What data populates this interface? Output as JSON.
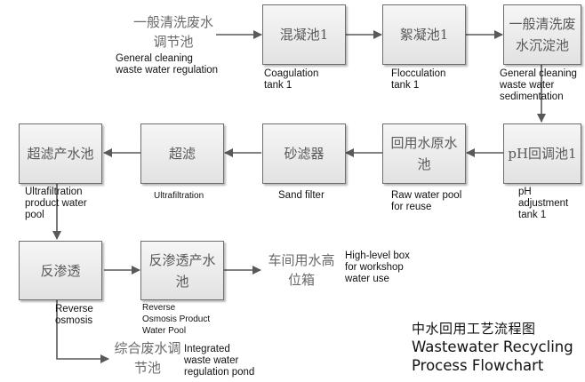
{
  "diagram": {
    "type": "process-flowchart",
    "nodes": {
      "general_regulation": {
        "zh": "一般清洗废水调节池",
        "en": "General cleaning\nwaste water regulation"
      },
      "coagulation": {
        "zh": "混凝池1",
        "en": "Coagulation\ntank 1"
      },
      "flocculation": {
        "zh": "絮凝池1",
        "en": "Flocculation\ntank 1"
      },
      "sedimentation": {
        "zh": "一般清洗废水沉淀池",
        "en": "General cleaning\nwaste water\nsedimentation"
      },
      "ph_adjust": {
        "zh": "pH回调池1",
        "en": "pH\nadjustment\ntank 1"
      },
      "raw_reuse": {
        "zh": "回用水原水池",
        "en": "Raw water pool\nfor reuse"
      },
      "sand_filter": {
        "zh": "砂滤器",
        "en": "Sand filter"
      },
      "ultrafiltration": {
        "zh": "超滤",
        "en": "Ultrafiltration"
      },
      "uf_product": {
        "zh": "超滤产水池",
        "en": "Ultrafiltration\nproduct water\npool"
      },
      "reverse_osmosis": {
        "zh": "反渗透",
        "en": "Reverse\nosmosis"
      },
      "ro_product": {
        "zh": "反渗透产水池",
        "en": "Reverse\nOsmosis Product\nWater Pool"
      },
      "workshop_box": {
        "zh": "车间用水高位箱",
        "en": "High-level box\nfor workshop\nwater use"
      },
      "integrated_regulation": {
        "zh": "综合废水调节池",
        "en": "Integrated\nwaste water\nregulation pond"
      }
    },
    "edges": [
      [
        "general_regulation",
        "coagulation"
      ],
      [
        "coagulation",
        "flocculation"
      ],
      [
        "flocculation",
        "sedimentation"
      ],
      [
        "sedimentation",
        "ph_adjust"
      ],
      [
        "ph_adjust",
        "raw_reuse"
      ],
      [
        "raw_reuse",
        "sand_filter"
      ],
      [
        "sand_filter",
        "ultrafiltration"
      ],
      [
        "ultrafiltration",
        "uf_product"
      ],
      [
        "uf_product",
        "reverse_osmosis"
      ],
      [
        "reverse_osmosis",
        "ro_product"
      ],
      [
        "ro_product",
        "workshop_box"
      ],
      [
        "reverse_osmosis",
        "integrated_regulation"
      ]
    ],
    "title": {
      "zh": "中水回用工艺流程图",
      "en_line1": "Wastewater Recycling",
      "en_line2": "Process Flowchart"
    },
    "colors": {
      "box_border": "#6e6e6e",
      "arrow": "#595959",
      "box_text": "#595959"
    }
  }
}
